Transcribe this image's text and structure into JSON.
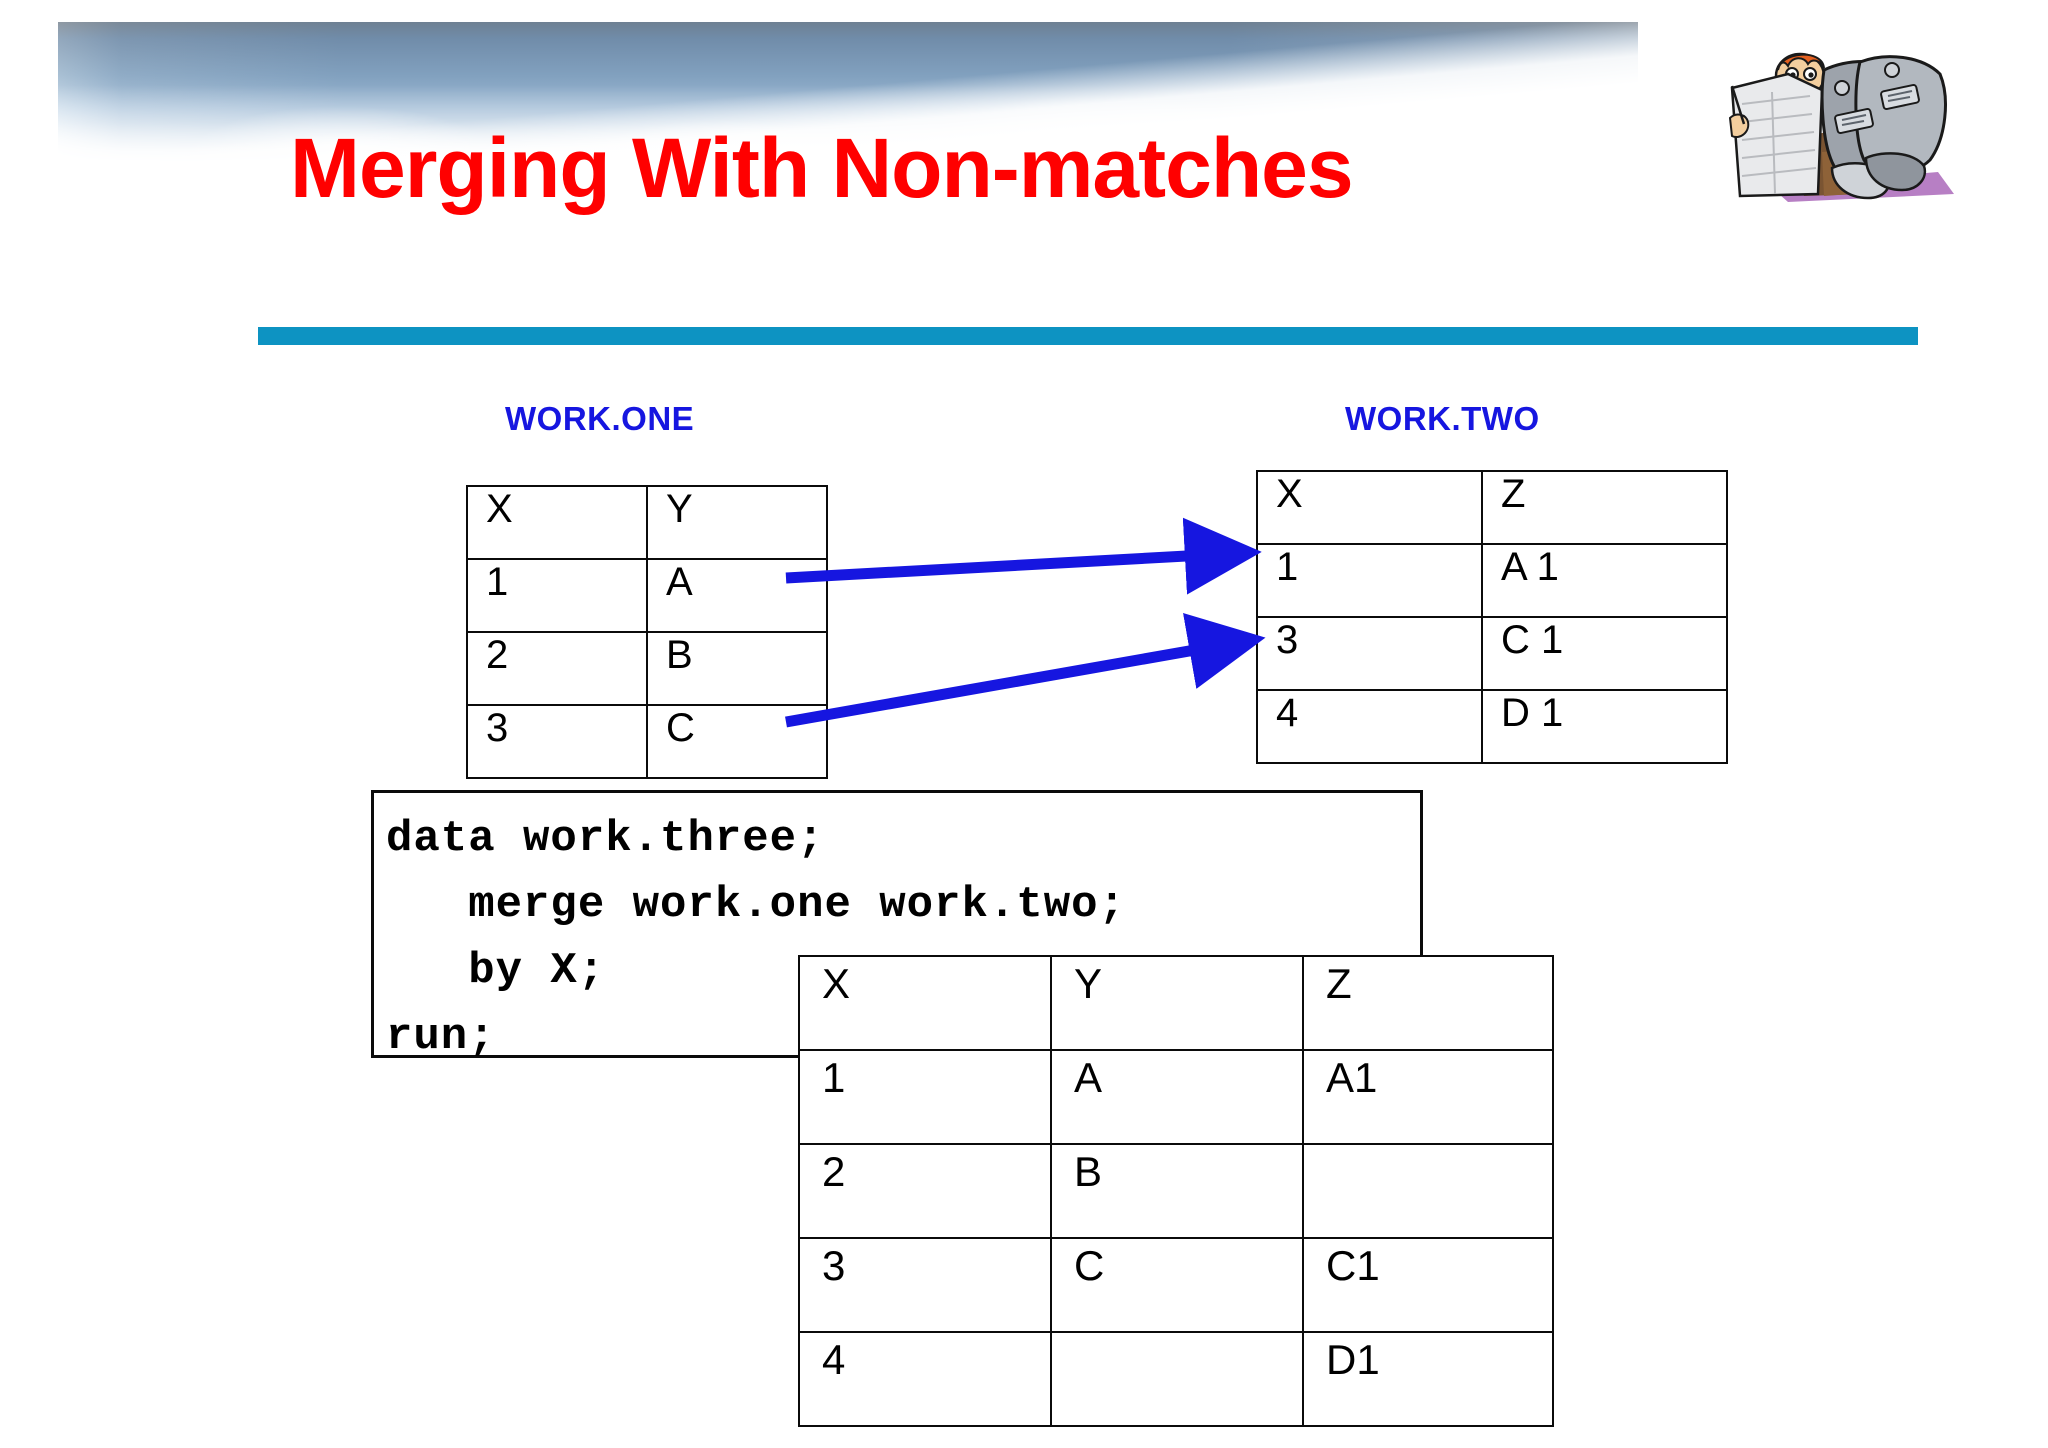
{
  "slide": {
    "title": "Merging With Non-matches",
    "title_color": "#ff0000",
    "divider_color": "#0d93c2",
    "caption_color": "#1616e0",
    "arrow_color": "#1616e0",
    "background": "#ffffff"
  },
  "clipart": {
    "name": "man-reading-newspaper-with-boots-cartoon",
    "alt": "Cartoon of a man reading a large newspaper while big boots loom over him"
  },
  "work_one": {
    "caption": "WORK.ONE",
    "columns": [
      "X",
      "Y"
    ],
    "rows": [
      [
        "1",
        "A"
      ],
      [
        "2",
        "B"
      ],
      [
        "3",
        "C"
      ]
    ]
  },
  "work_two": {
    "caption": "WORK.TWO",
    "columns": [
      "X",
      "Z"
    ],
    "rows": [
      [
        "1",
        "A 1"
      ],
      [
        "3",
        "C 1"
      ],
      [
        "4",
        "D 1"
      ]
    ]
  },
  "result": {
    "columns": [
      "X",
      "Y",
      "Z"
    ],
    "rows": [
      [
        "1",
        "A",
        "A1"
      ],
      [
        "2",
        "B",
        ""
      ],
      [
        "3",
        "C",
        "C1"
      ],
      [
        "4",
        "",
        "D1"
      ]
    ]
  },
  "code": {
    "text": "data work.three;\n   merge work.one work.two;\n   by X;\nrun;"
  },
  "arrows": [
    {
      "name": "arrow-one-to-two-row1",
      "from": "work.one row 1",
      "to": "work.two row 1"
    },
    {
      "name": "arrow-one-to-two-row3",
      "from": "work.one row 3",
      "to": "work.two row 3"
    }
  ]
}
